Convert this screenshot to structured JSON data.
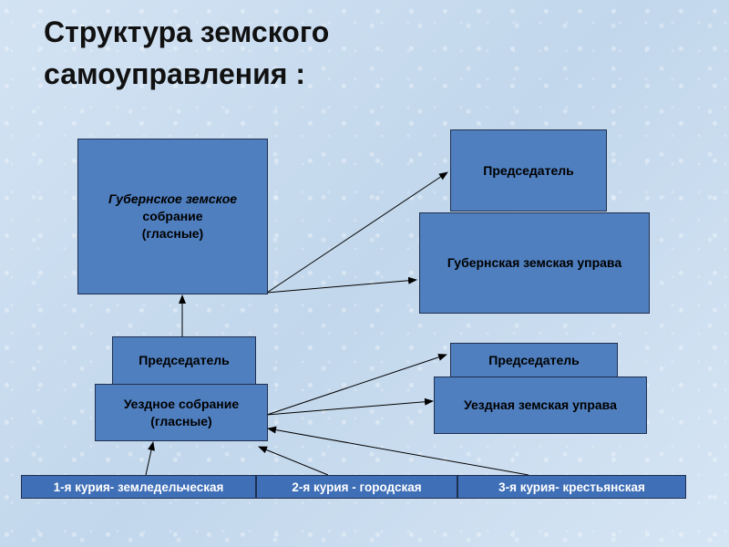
{
  "title": "Структура земского\nсамоуправления :",
  "boxes": {
    "gub_sobranie": {
      "line1": "Губернское земское",
      "line2": "собрание",
      "line3": "(гласные)"
    },
    "gub_predsedatel": "Председатель",
    "gub_uprava": "Губернская земская управа",
    "uezd_predsedatel": "Председатель",
    "uezd_sobranie": {
      "line1": "Уездное собрание",
      "line2": "(гласные)"
    },
    "uezd_uprava_predsedatel": "Председатель",
    "uezd_uprava": "Уездная земская управа"
  },
  "curiae": [
    "1-я курия- земледельческая",
    "2-я курия - городская",
    "3-я курия- крестьянская"
  ],
  "colors": {
    "box_fill": "#4f7fbf",
    "curia_fill": "#3f6fb7",
    "background": "#c9dcee"
  }
}
